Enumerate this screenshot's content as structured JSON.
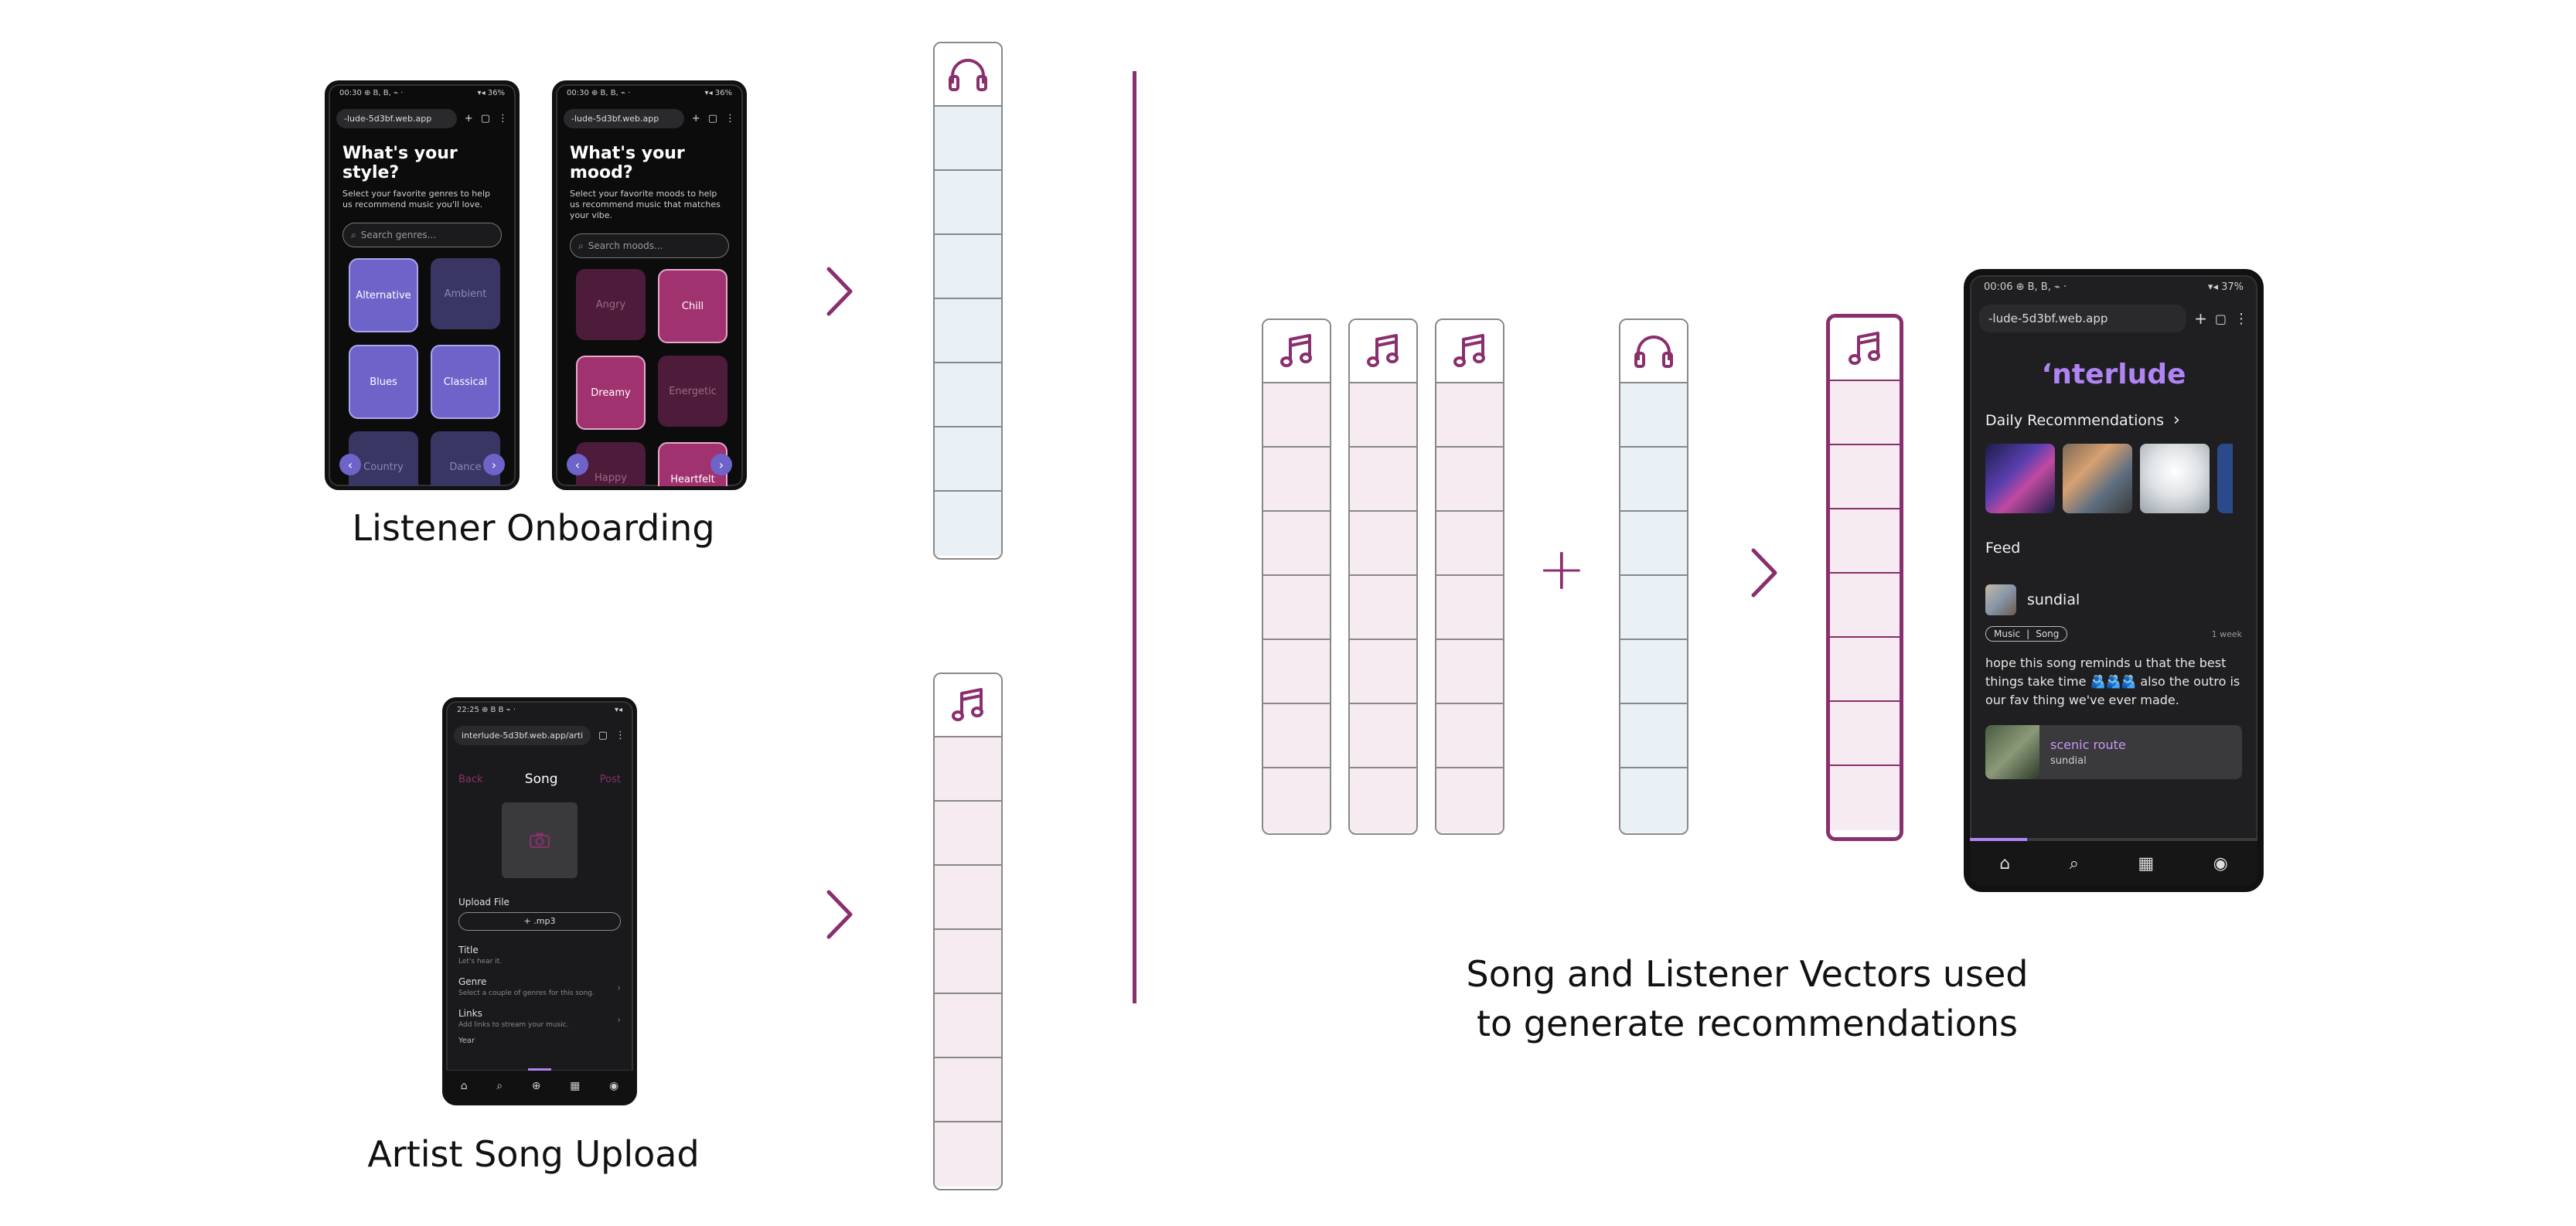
{
  "colors": {
    "accent": "#8a2f6e",
    "listener_fill": "#e9f1f7",
    "song_fill": "#f6ebf1",
    "genre_active": "#6e63c8",
    "genre_dim": "#3a3663",
    "mood_active": "#a0336f",
    "mood_dim": "#4c1c3a",
    "interlude_logo": "#b084f5"
  },
  "icons": {
    "listener": "headphones-icon",
    "song": "music-note-icon"
  },
  "captions": {
    "onboarding": "Listener Onboarding",
    "upload": "Artist Song Upload",
    "recommend_line1": "Song and Listener Vectors used",
    "recommend_line2": "to generate recommendations"
  },
  "symbols": {
    "plus": "+"
  },
  "phone_style": {
    "status": "00:30 ⊕ B, B, ⌁ ·",
    "status_right": "▾◂ 36%",
    "url": "-lude-5d3bf.web.app",
    "title": "What's your style?",
    "subtitle": "Select your favorite genres to help us recommend music you'll love.",
    "search_placeholder": "Search genres...",
    "tiles": [
      "Alternative",
      "Ambient",
      "Blues",
      "Classical",
      "Country",
      "Dance"
    ]
  },
  "phone_mood": {
    "status": "00:30 ⊕ B, B, ⌁ ·",
    "status_right": "▾◂ 36%",
    "url": "-lude-5d3bf.web.app",
    "title": "What's your mood?",
    "subtitle": "Select your favorite moods to help us recommend music that matches your vibe.",
    "search_placeholder": "Search moods...",
    "tiles": [
      "Angry",
      "Chill",
      "Dreamy",
      "Energetic",
      "Happy",
      "Heartfelt"
    ]
  },
  "phone_upload": {
    "status": "22:25 ⊕ B B ⌁ ·",
    "url": "interlude-5d3bf.web.app/arti",
    "back": "Back",
    "title": "Song",
    "post": "Post",
    "upload_label": "Upload File",
    "upload_button": "+ .mp3",
    "fields": [
      {
        "label": "Title",
        "hint": "Let's hear it."
      },
      {
        "label": "Genre",
        "hint": "Select a couple of genres for this song."
      },
      {
        "label": "Links",
        "hint": "Add links to stream your music."
      },
      {
        "label": "Year",
        "hint": ""
      }
    ]
  },
  "phone_app": {
    "status": "00:06 ⊕ B, B, ⌁ ·",
    "status_right": "▾◂ 37%",
    "url": "-lude-5d3bf.web.app",
    "logo": "ʻnterlude",
    "daily": "Daily Recommendations",
    "feed": "Feed",
    "artist": "sundial",
    "tags": [
      "Music",
      "Song"
    ],
    "time": "1 week",
    "post_text": "hope this song reminds u that the best things take time 🫂🫂🫂 also the outro is our fav thing we've ever made.",
    "track_title": "scenic route",
    "track_artist": "sundial"
  }
}
